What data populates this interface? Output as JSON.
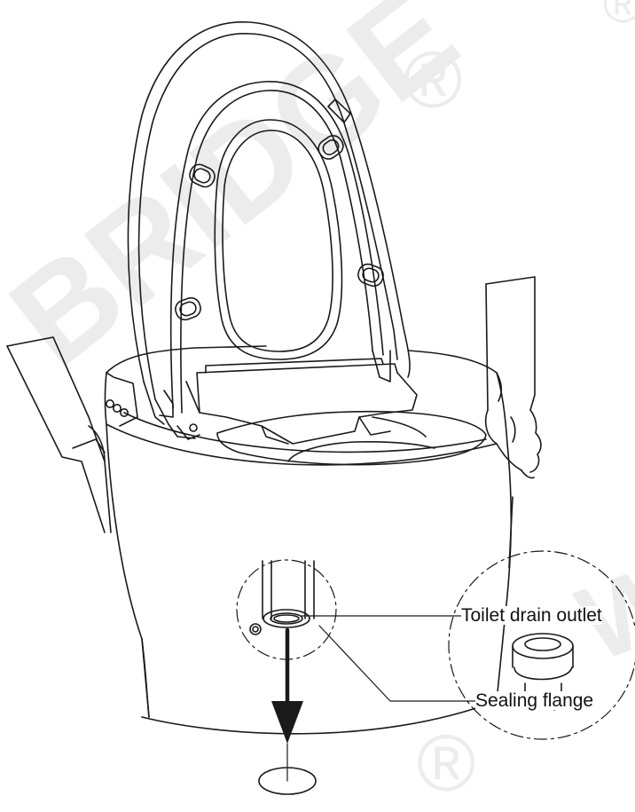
{
  "diagram": {
    "labels": {
      "drain_outlet": "Toilet drain outlet",
      "sealing_flange": "Sealing flange"
    },
    "watermark": {
      "text": "BRIDGE",
      "side_text": "W",
      "registered_mark": "®"
    },
    "colors": {
      "line": "#1a1a1a",
      "watermark": "#ececec",
      "background": "#ffffff"
    }
  }
}
